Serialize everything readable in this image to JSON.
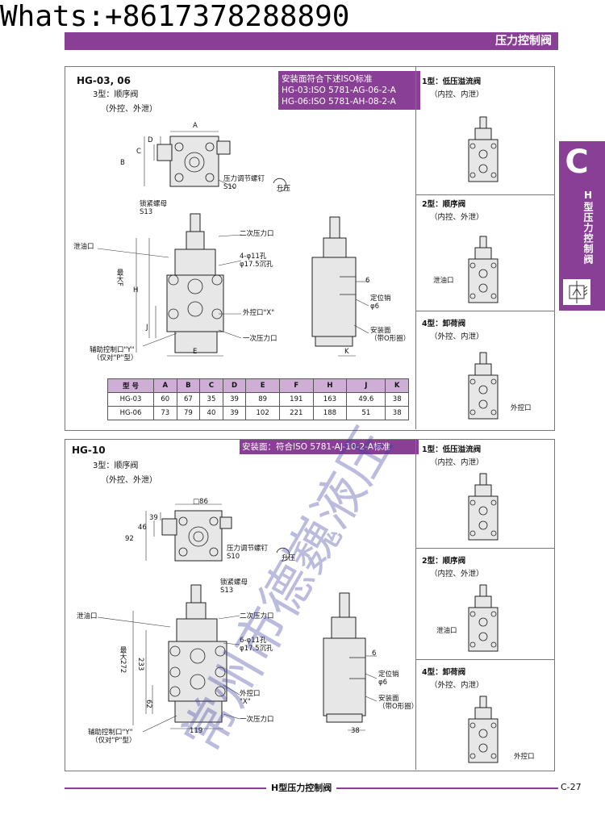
{
  "watermark_top": "Whats:+8617378288890",
  "header": {
    "title": "压力控制阀"
  },
  "side_tab": {
    "letter": "C",
    "vertical_text": "H型压力控制阀"
  },
  "section1": {
    "model": "HG-03, 06",
    "type_title": "3型：顺序阀",
    "type_sub": "（外控、外泄）",
    "iso_lines": [
      "安装面符合下述ISO标准",
      "HG-03:ISO 5781-AG-06-2-A",
      "HG-06:ISO 5781-AH-08-2-A"
    ],
    "labels": {
      "adjust_screw": "压力调节螺钉",
      "adjust_screw_code": "S10",
      "raise": "升压",
      "lock_nut": "锁紧螺母",
      "lock_nut_code": "S13",
      "drain": "泄油口",
      "secondary": "二次压力口",
      "holes1": "4-φ11孔",
      "holes2": "φ17.5沉孔",
      "ext_pilot": "外控口\"X\"",
      "primary": "一次压力口",
      "aux1": "辅助控制口\"Y\"",
      "aux2": "（仅对\"P\"型）",
      "pin": "定位销",
      "pin_d": "φ6",
      "six": "6",
      "mount1": "安装面",
      "mount2": "（带O形圈）",
      "max_f": "最大F",
      "dims": {
        "A": "A",
        "B": "B",
        "C": "C",
        "D": "D",
        "E": "E",
        "H": "H",
        "J": "J",
        "K": "K"
      }
    },
    "table": {
      "headers": [
        "型  号",
        "A",
        "B",
        "C",
        "D",
        "E",
        "F",
        "H",
        "J",
        "K"
      ],
      "rows": [
        [
          "HG-03",
          "60",
          "67",
          "35",
          "39",
          "89",
          "191",
          "163",
          "49.6",
          "38"
        ],
        [
          "HG-06",
          "73",
          "79",
          "40",
          "39",
          "102",
          "221",
          "188",
          "51",
          "38"
        ]
      ]
    },
    "types": [
      {
        "title": "1型：低压溢流阀",
        "sub": "（内控、内泄）",
        "label": ""
      },
      {
        "title": "2型：顺序阀",
        "sub": "（内控、外泄）",
        "label": "泄油口"
      },
      {
        "title": "4型：卸荷阀",
        "sub": "（外控、内泄）",
        "label": "外控口"
      }
    ]
  },
  "section2": {
    "model": "HG-10",
    "type_title": "3型：顺序阀",
    "type_sub": "（外控、外泄）",
    "iso": "安装面：符合ISO 5781-AJ-10-2-A标准",
    "labels": {
      "d86": "□86",
      "d92": "92",
      "d46": "46",
      "d39": "39",
      "adjust_screw": "压力调节螺钉",
      "adjust_screw_code": "S10",
      "raise": "升压",
      "lock_nut": "锁紧螺母",
      "lock_nut_code": "S13",
      "drain": "泄油口",
      "secondary": "二次压力口",
      "holes1": "6-φ11孔",
      "holes2": "φ17.5沉孔",
      "max272": "最大272",
      "d233": "233",
      "d62": "62",
      "ext_pilot": "外控口",
      "x": "\"X\"",
      "primary": "一次压力口",
      "aux1": "辅助控制口\"Y\"",
      "aux2": "（仅对\"P\"型）",
      "d119": "119",
      "d38": "38",
      "six": "6",
      "pin": "定位销",
      "pin_d": "φ6",
      "mount1": "安装面",
      "mount2": "（带O形圈）"
    },
    "types": [
      {
        "title": "1型：低压溢流阀",
        "sub": "（内控、内泄）",
        "label": ""
      },
      {
        "title": "2型：顺序阀",
        "sub": "（内控、外泄）",
        "label": "泄油口"
      },
      {
        "title": "4型：卸荷阀",
        "sub": "（外控、内泄）",
        "label": "外控口"
      }
    ]
  },
  "footer": {
    "title": "H型压力控制阀",
    "page": "C-27"
  },
  "watermark_diag": "常州市德巍液压",
  "colors": {
    "accent": "#8a3f97",
    "table_header": "#cfaed6"
  }
}
